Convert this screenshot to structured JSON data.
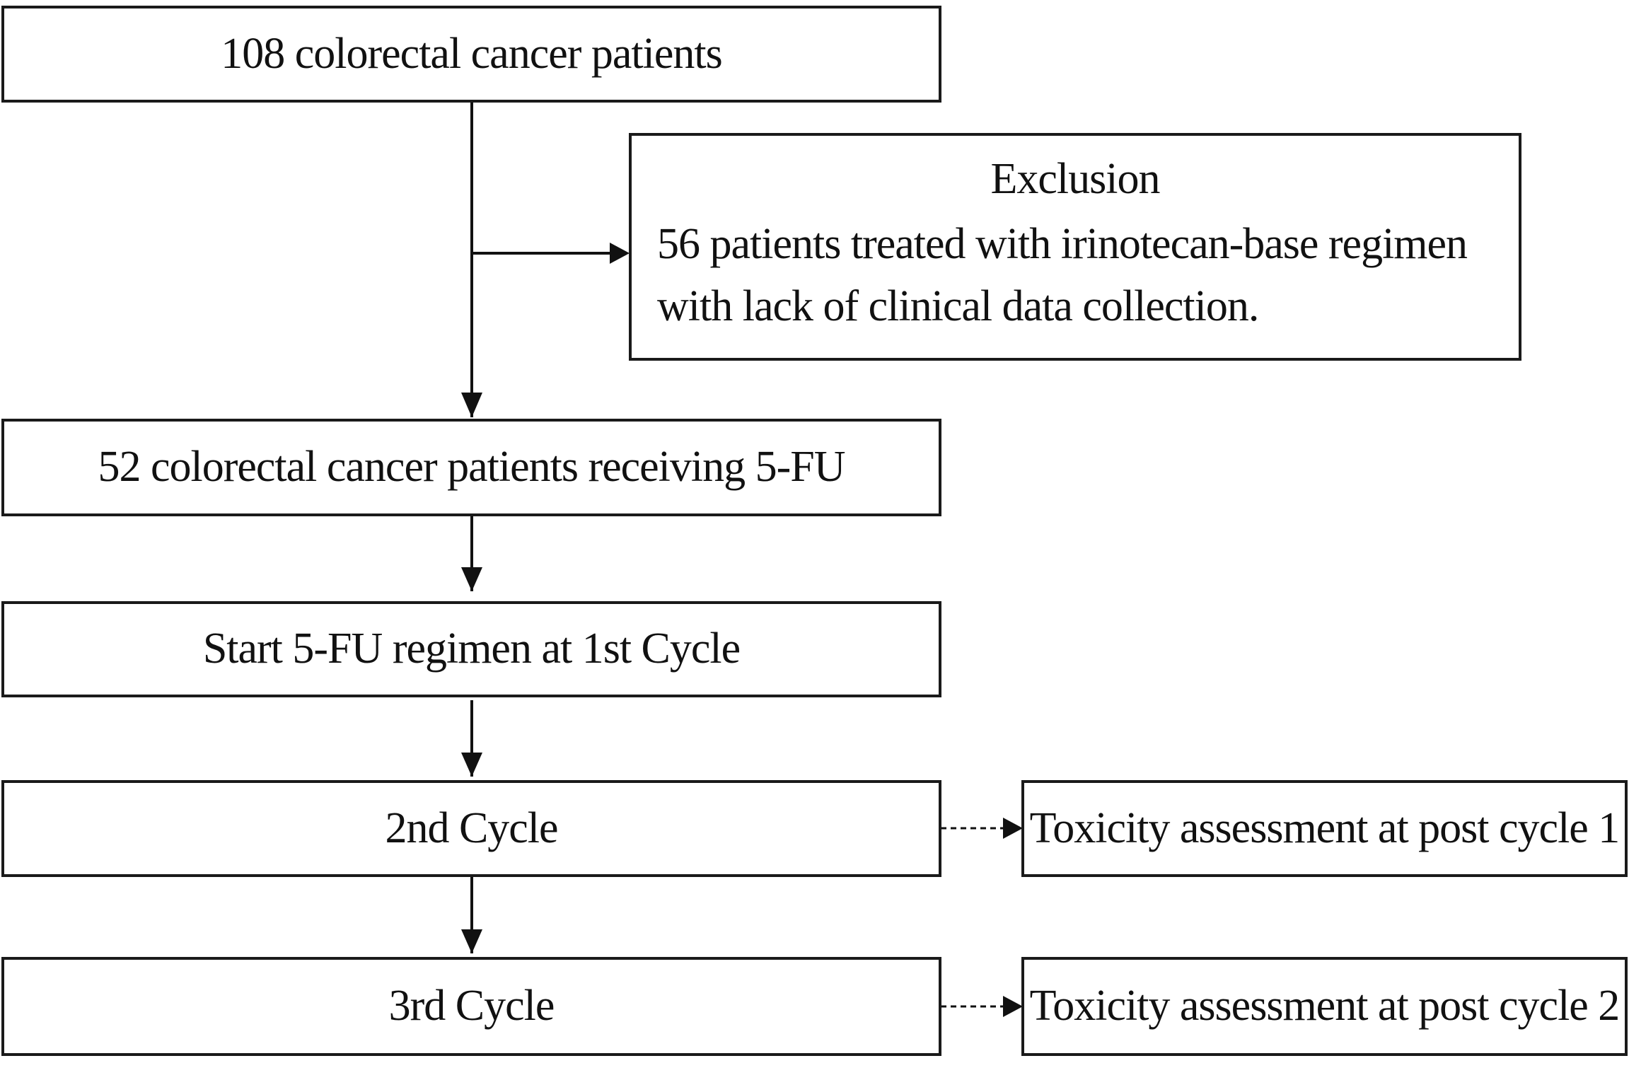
{
  "boxes": {
    "total_patients": "108  colorectal cancer patients",
    "exclusion_title": "Exclusion",
    "exclusion_detail": "56 patients treated with irinotecan-base regimen with lack of clinical  data collection.",
    "receiving_5fu": "52  colorectal  cancer patients receiving  5-FU",
    "start_regimen": "Start 5-FU regimen at 1st  Cycle",
    "cycle_2": "2nd Cycle",
    "cycle_3": "3rd Cycle",
    "toxicity_1": "Toxicity  assessment at post cycle  1",
    "toxicity_2": "Toxicity  assessment at post cycle  2"
  }
}
